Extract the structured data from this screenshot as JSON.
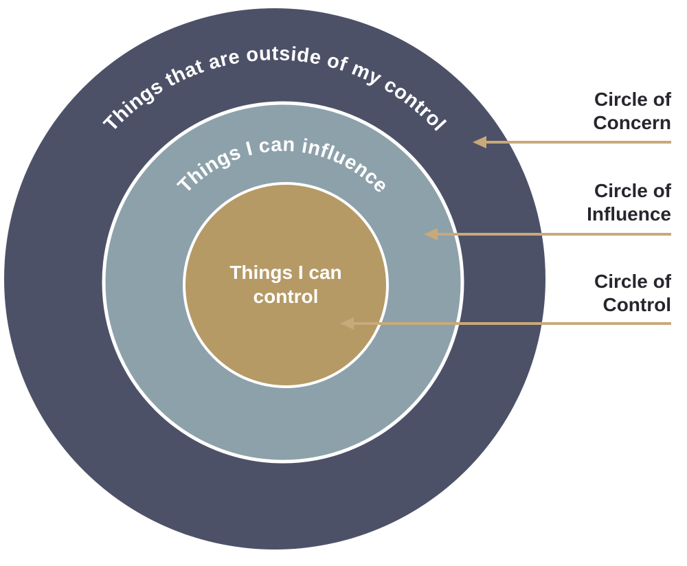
{
  "colors": {
    "outer_circle": "#4d5168",
    "middle_circle": "#8da1ab",
    "inner_circle": "#b59a66",
    "arrow": "#c9a97a",
    "circle_text": "#ffffff",
    "legend_text": "#26262e",
    "ring_stroke": "#ffffff"
  },
  "circles": {
    "outer": {
      "label": "Things that are outside of my control"
    },
    "middle": {
      "label": "Things I can influence"
    },
    "inner": {
      "label": "Things I can control"
    }
  },
  "legend": {
    "items": [
      {
        "label": "Circle of Concern"
      },
      {
        "label": "Circle of Influence"
      },
      {
        "label": "Circle of Control"
      }
    ]
  }
}
